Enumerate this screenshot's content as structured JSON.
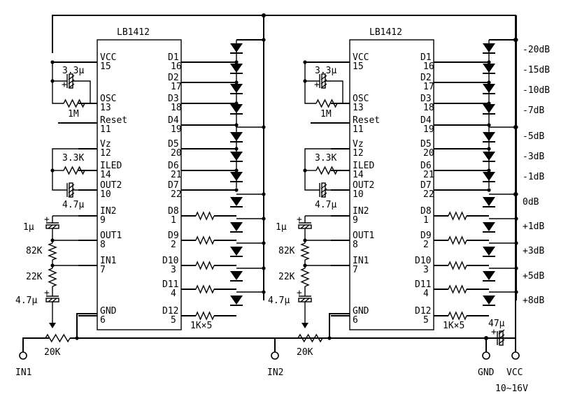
{
  "chips": [
    {
      "name": "LB1412",
      "left_pins": [
        {
          "label": "VCC",
          "num": "15"
        },
        {
          "label": "OSC",
          "num": "13"
        },
        {
          "label": "Reset",
          "num": "11"
        },
        {
          "label": "Vz",
          "num": "12"
        },
        {
          "label": "ILED",
          "num": "14"
        },
        {
          "label": "OUT2",
          "num": "10"
        },
        {
          "label": "IN2",
          "num": "9"
        },
        {
          "label": "OUT1",
          "num": "8"
        },
        {
          "label": "IN1",
          "num": "7"
        },
        {
          "label": "GND",
          "num": "6"
        }
      ],
      "right_pins": [
        {
          "label": "D1",
          "num": "16"
        },
        {
          "label": "D2",
          "num": "17"
        },
        {
          "label": "D3",
          "num": "18"
        },
        {
          "label": "D4",
          "num": "19"
        },
        {
          "label": "D5",
          "num": "20"
        },
        {
          "label": "D6",
          "num": "21"
        },
        {
          "label": "D7",
          "num": "22"
        },
        {
          "label": "D8",
          "num": "1"
        },
        {
          "label": "D9",
          "num": "2"
        },
        {
          "label": "D10",
          "num": "3"
        },
        {
          "label": "D11",
          "num": "4"
        },
        {
          "label": "D12",
          "num": "5"
        }
      ],
      "components": {
        "cap_osc": "3.3μ",
        "res_osc": "1M",
        "res_iled": "3.3K",
        "cap_out2": "4.7μ",
        "cap_in2": "1μ",
        "res_82k": "82K",
        "res_22k": "22K",
        "cap_in1": "4.7μ",
        "pot": "20K",
        "res_array": "1K×5"
      }
    },
    {
      "name": "LB1412",
      "left_pins": [
        {
          "label": "VCC",
          "num": "15"
        },
        {
          "label": "OSC",
          "num": "13"
        },
        {
          "label": "Reset",
          "num": "11"
        },
        {
          "label": "Vz",
          "num": "12"
        },
        {
          "label": "ILED",
          "num": "14"
        },
        {
          "label": "OUT2",
          "num": "10"
        },
        {
          "label": "IN2",
          "num": "9"
        },
        {
          "label": "OUT1",
          "num": "8"
        },
        {
          "label": "IN1",
          "num": "7"
        },
        {
          "label": "GND",
          "num": "6"
        }
      ],
      "right_pins": [
        {
          "label": "D1",
          "num": "16"
        },
        {
          "label": "D2",
          "num": "17"
        },
        {
          "label": "D3",
          "num": "18"
        },
        {
          "label": "D4",
          "num": "19"
        },
        {
          "label": "D5",
          "num": "20"
        },
        {
          "label": "D6",
          "num": "21"
        },
        {
          "label": "D7",
          "num": "22"
        },
        {
          "label": "D8",
          "num": "1"
        },
        {
          "label": "D9",
          "num": "2"
        },
        {
          "label": "D10",
          "num": "3"
        },
        {
          "label": "D11",
          "num": "4"
        },
        {
          "label": "D12",
          "num": "5"
        }
      ],
      "components": {
        "cap_osc": "3.3μ",
        "res_osc": "1M",
        "res_iled": "3.3K",
        "cap_out2": "4.7μ",
        "cap_in2": "1μ",
        "res_82k": "82K",
        "res_22k": "22K",
        "cap_in1": "4.7μ",
        "pot": "20K",
        "res_array": "1K×5"
      }
    }
  ],
  "db_labels": [
    "-20dB",
    "-15dB",
    "-10dB",
    "-7dB",
    "-5dB",
    "-3dB",
    "-1dB",
    "0dB",
    "+1dB",
    "+3dB",
    "+5dB",
    "+8dB"
  ],
  "supply_cap": "47μ",
  "terminals": {
    "in1": "IN1",
    "in2": "IN2",
    "gnd": "GND",
    "vcc": "VCC"
  },
  "supply_range": "10~16V"
}
